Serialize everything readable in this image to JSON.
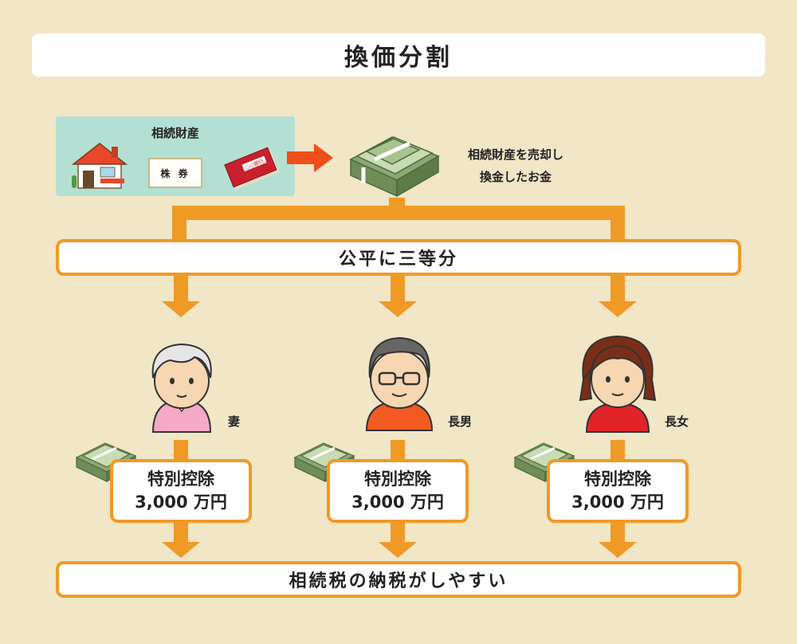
{
  "title": "換価分割",
  "assets": {
    "label": "相続財産",
    "stock_label": "株 券",
    "bankbook_text": "○○銀行"
  },
  "sale_note": {
    "line1": "相続財産を売却し",
    "line2": "換金したお金"
  },
  "divide_label": "公平に三等分",
  "heirs": [
    {
      "label": "妻",
      "deduction_title": "特別控除",
      "deduction_amount": "3,000 万円"
    },
    {
      "label": "長男",
      "deduction_title": "特別控除",
      "deduction_amount": "3,000 万円"
    },
    {
      "label": "長女",
      "deduction_title": "特別控除",
      "deduction_amount": "3,000 万円"
    }
  ],
  "result_label": "相続税の納税がしやすい",
  "colors": {
    "background": "#f1e6c6",
    "orange": "#f09a26",
    "arrow_red": "#f04e1a",
    "mint": "#b4e0d3",
    "money_green": "#8ba874"
  }
}
